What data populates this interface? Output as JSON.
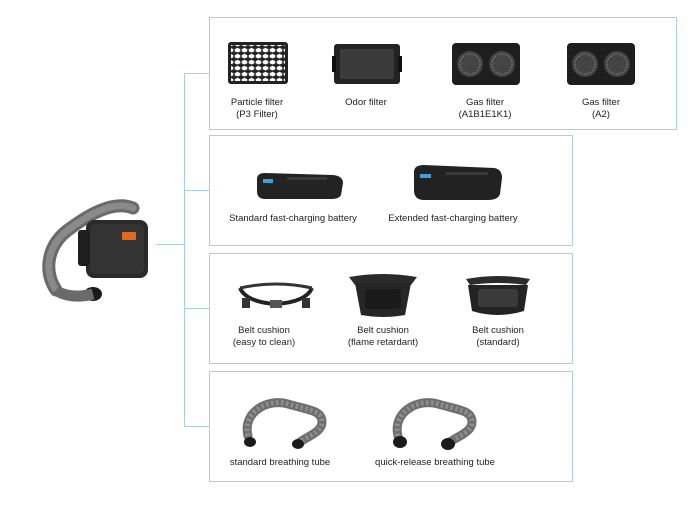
{
  "groups": [
    {
      "items": [
        {
          "line1": "Particle filter",
          "line2": "(P3 Filter)",
          "icon": "particle-filter-icon"
        },
        {
          "line1": "Odor filter",
          "line2": "",
          "icon": "odor-filter-icon"
        },
        {
          "line1": "Gas filter",
          "line2": "(A1B1E1K1)",
          "icon": "gas-filter-icon"
        },
        {
          "line1": "Gas filter",
          "line2": "(A2)",
          "icon": "gas-filter-icon"
        }
      ]
    },
    {
      "items": [
        {
          "line1": "Standard fast-charging battery",
          "line2": "",
          "icon": "battery-icon"
        },
        {
          "line1": "Extended fast-charging battery",
          "line2": "",
          "icon": "battery-icon"
        }
      ]
    },
    {
      "items": [
        {
          "line1": "Belt cushion",
          "line2": "(easy to clean)",
          "icon": "belt-icon"
        },
        {
          "line1": "Belt cushion",
          "line2": "(flame retardant)",
          "icon": "belt-cushion-icon"
        },
        {
          "line1": "Belt cushion",
          "line2": "(standard)",
          "icon": "belt-cushion-icon"
        }
      ]
    },
    {
      "items": [
        {
          "line1": "standard breathing tube",
          "line2": "",
          "icon": "breathing-tube-icon"
        },
        {
          "line1": "quick-release breathing tube",
          "line2": "",
          "icon": "breathing-tube-icon"
        }
      ]
    }
  ],
  "colors": {
    "connector": "#a9cfe6",
    "product_dark": "#2b2b2b",
    "tube_gray": "#6e6e6e"
  }
}
